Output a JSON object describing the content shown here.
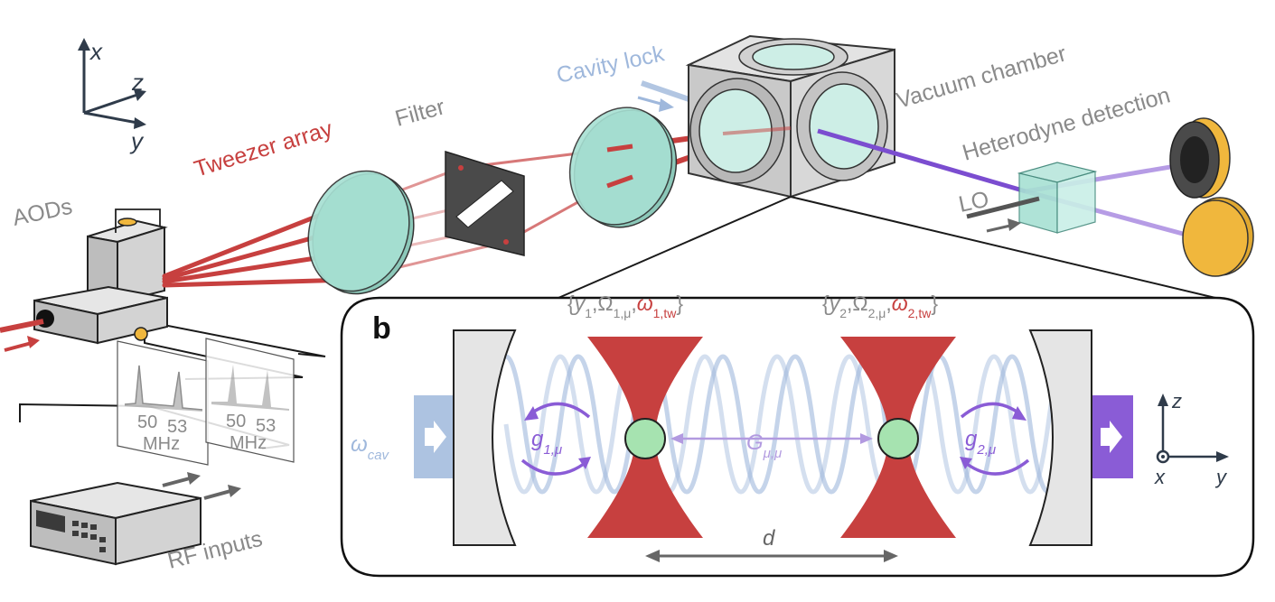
{
  "axes_top": {
    "x": "x",
    "z": "z",
    "y": "y"
  },
  "labels": {
    "aods": "AODs",
    "tweezer_array": "Tweezer array",
    "filter": "Filter",
    "cavity_lock": "Cavity lock",
    "vacuum_chamber": "Vacuum chamber",
    "heterodyne_detection": "Heterodyne detection",
    "lo": "LO",
    "rf_inputs": "RF inputs"
  },
  "rf_panels": [
    {
      "ticks": [
        "50",
        "53"
      ],
      "unit": "MHz"
    },
    {
      "ticks": [
        "50",
        "53"
      ],
      "unit": "MHz"
    }
  ],
  "panel_b": {
    "panel_letter": "b",
    "omega": "ω",
    "omega_sub": "cav",
    "atom1": {
      "y": "y",
      "y_sub": "1",
      "Omega_sub": "1,μ",
      "w": "ω",
      "w_sub": "1,tw"
    },
    "atom2": {
      "y": "y",
      "y_sub": "2",
      "Omega_sub": "2,μ",
      "w": "ω",
      "w_sub": "2,tw"
    },
    "g1": "g",
    "g1_sub": "1,μ",
    "g2": "g",
    "g2_sub": "2,μ",
    "G": "G",
    "G_sub": "μ,μ",
    "d": "d",
    "axes": {
      "z": "z",
      "x": "x",
      "y": "y"
    }
  },
  "colors": {
    "tweezer_red": "#c7403f",
    "cavity_blue": "#9fb8dc",
    "purple": "#8a5cd6",
    "lens_green": "#a7e0d3",
    "detector_orange": "#f0b73d",
    "atom_green": "#a6e3b0",
    "gray_label": "#8a8a8a"
  }
}
